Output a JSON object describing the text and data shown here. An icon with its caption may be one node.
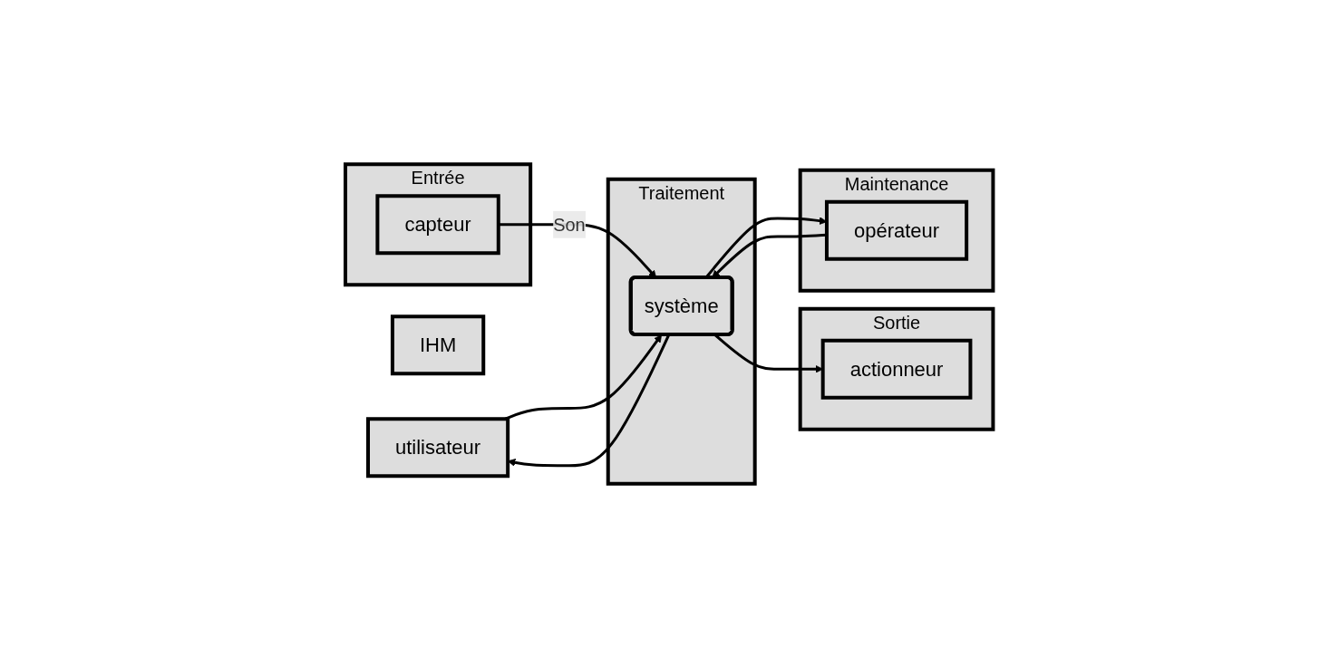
{
  "diagram": {
    "nodes": [
      {
        "text": [
          "IHM"
        ]
      },
      {
        "text": [
          "utilisateur"
        ]
      },
      {
        "text": [
          "Entrée"
        ]
      },
      {
        "text": [
          "capteur"
        ],
        "in": 2
      },
      {
        "text": [
          "Traitement"
        ]
      },
      {
        "text": [
          "système"
        ],
        "in": 4
      },
      {
        "text": [
          "Sortie"
        ]
      },
      {
        "text": [
          "actionneur"
        ],
        "in": 6
      },
      {
        "text": [
          "Maintenance"
        ]
      },
      {
        "text": [
          "opérateur"
        ],
        "in": 8
      }
    ],
    "edges": [
      {
        "from": 3,
        "to": 5,
        "label": "Son",
        "arrow": "to"
      },
      {
        "from": 1,
        "to": 5,
        "arrow": "to"
      },
      {
        "from": 5,
        "to": 1,
        "arrow": "to"
      },
      {
        "from": 5,
        "to": 7,
        "arrow": "to"
      },
      {
        "from": 5,
        "to": 9,
        "arrow": "to"
      },
      {
        "from": 9,
        "to": 5,
        "arrow": "to"
      }
    ]
  }
}
